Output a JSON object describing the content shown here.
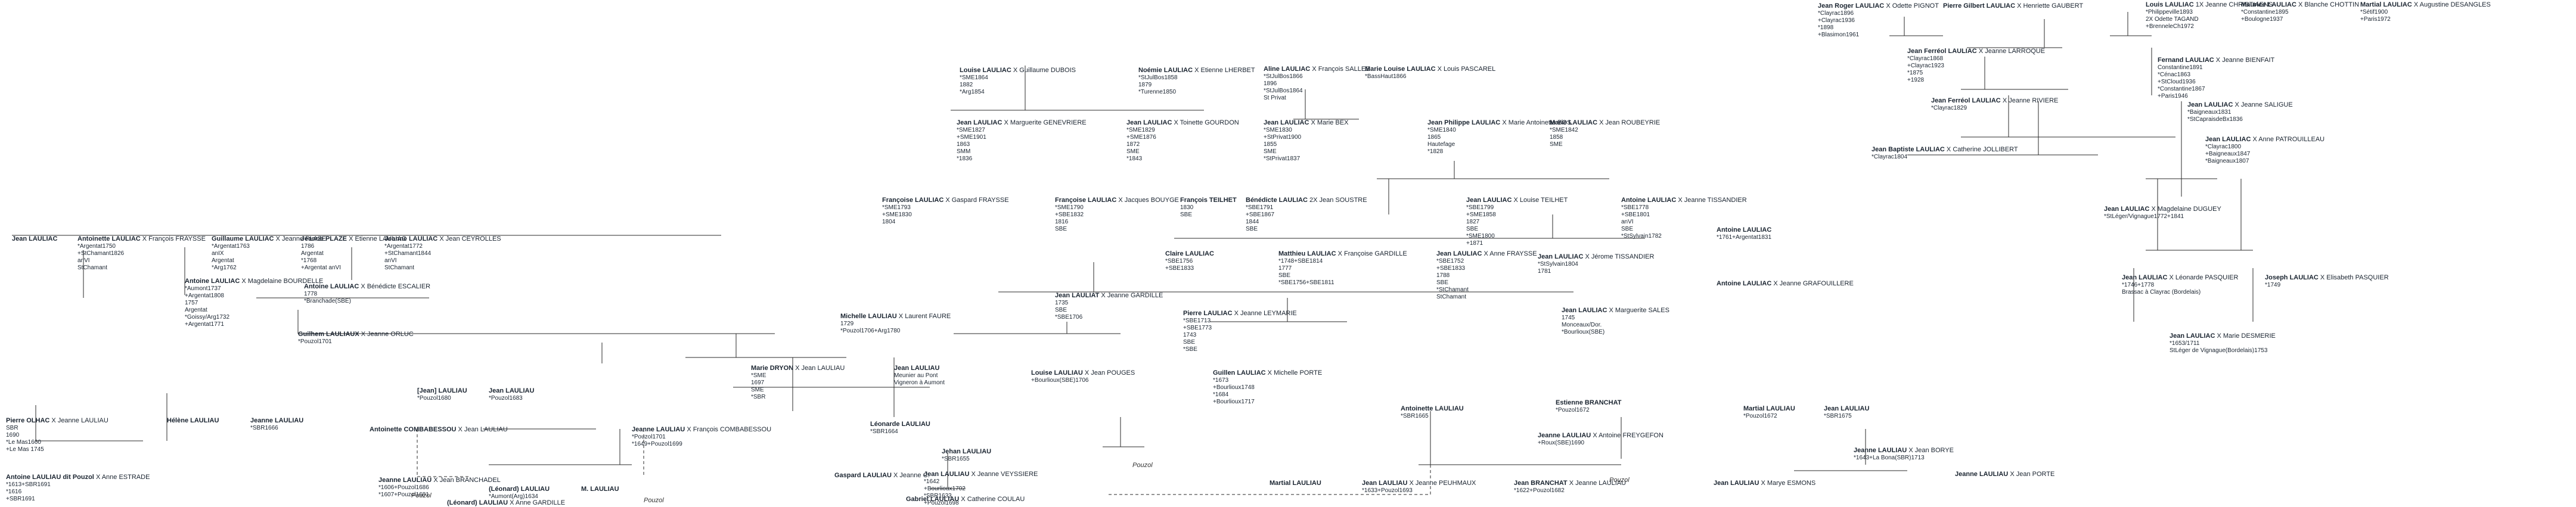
{
  "tree": {
    "nodes": [
      {
        "id": "n1",
        "name": "Jean Roger LAULIAC",
        "spouse": "X Odette PIGNOT",
        "lines": [
          "*Clayrac1896",
          "+Clayrac1936",
          "*1898",
          "+Blasimon1961"
        ]
      },
      {
        "id": "n2",
        "name": "Pierre Gilbert LAULIAC",
        "spouse": "X Henriette GAUBERT",
        "lines": []
      },
      {
        "id": "n3",
        "name": "Louis LAULIAC",
        "spouse": "1X Jeanne CHRISTIAENS",
        "lines": [
          "*Philippeville1893",
          "2X Odette TAGAND",
          "+BrenneleCh1972"
        ]
      },
      {
        "id": "n4",
        "name": "Maurice LAULIAC",
        "spouse": "X Blanche CHOTTIN",
        "lines": [
          "*Constantine1895",
          "+Boulogne1937"
        ]
      },
      {
        "id": "n5",
        "name": "Martial LAULIAC",
        "spouse": "X Augustine DESANGLES",
        "lines": [
          "*Sétif1900",
          "+Paris1972"
        ]
      },
      {
        "id": "n6",
        "name": "Jean Ferréol LAULIAC",
        "spouse": "X Jeanne LARROQUE",
        "lines": [
          "*Clayrac1868",
          "+Clayrac1923",
          "*1875",
          "+1928"
        ]
      },
      {
        "id": "n7",
        "name": "Fernand LAULIAC",
        "spouse": "X Jeanne BIENFAIT",
        "lines": [
          "Constantine1891",
          "*Cénac1863",
          "+StCloud1936",
          "*Constantine1867",
          "+Paris1946"
        ]
      },
      {
        "id": "n8",
        "name": "Jean Ferréol LAULIAC",
        "spouse": "X Jeanne RIVIERE",
        "lines": [
          "*Clayrac1829"
        ]
      },
      {
        "id": "n9",
        "name": "Jean LAULIAC",
        "spouse": "X Jeanne SALIGUE",
        "lines": [
          "*Baigneaux1831",
          "*StCapraisdeBx1836"
        ]
      },
      {
        "id": "n10",
        "name": "Jean Baptiste LAULIAC",
        "spouse": "X Catherine JOLLIBERT",
        "lines": [
          "*Clayrac1804"
        ]
      },
      {
        "id": "n11",
        "name": "Jean LAULIAC",
        "spouse": "X Anne PATROUILLEAU",
        "lines": [
          "*Clayrac1800",
          "+Baigneaux1847",
          "*Baigneaux1807"
        ]
      },
      {
        "id": "n12",
        "name": "Louise LAULIAC",
        "spouse": "X Guillaume DUBOIS",
        "lines": [
          "*SME1864",
          "1882",
          "*Arg1854"
        ]
      },
      {
        "id": "n13",
        "name": "Noémie LAULIAC",
        "spouse": "X Etienne LHERBET",
        "lines": [
          "*StJulBos1858",
          "1879",
          "*Turenne1850"
        ]
      },
      {
        "id": "n14",
        "name": "Aline LAULIAC",
        "spouse": "X François SALLES",
        "lines": [
          "*StJulBos1866",
          "1896",
          "*StJulBos1864",
          "St Privat"
        ]
      },
      {
        "id": "n15",
        "name": "Marie Louise LAULIAC",
        "spouse": "X Louis PASCAREL",
        "lines": [
          "*BassHaut1866"
        ]
      },
      {
        "id": "n16",
        "name": "Jean LAULIAC",
        "spouse": "X Marguerite GENEVRIERE",
        "lines": [
          "*SME1827",
          "+SME1901",
          "1863",
          "SMM",
          "*1836"
        ]
      },
      {
        "id": "n17",
        "name": "Jean LAULIAC",
        "spouse": "X Toinette GOURDON",
        "lines": [
          "*SME1829",
          "+SME1876",
          "1872",
          "SME",
          "*1843"
        ]
      },
      {
        "id": "n18",
        "name": "Jean LAULIAC",
        "spouse": "X Marie BEX",
        "lines": [
          "*SME1830",
          "+StPrivat1900",
          "1855",
          "SME",
          "*StPrivat1837"
        ]
      },
      {
        "id": "n19",
        "name": "Jean Philippe LAULIAC",
        "spouse": "X Marie Antoinette BOS",
        "lines": [
          "*SME1840",
          "1865",
          "Hautefage",
          "*1828"
        ]
      },
      {
        "id": "n20",
        "name": "Marie LAULIAC",
        "spouse": "X Jean ROUBEYRIE",
        "lines": [
          "*SME1842",
          "1858",
          "SME"
        ]
      },
      {
        "id": "n21",
        "name": "Françoise LAULIAC",
        "spouse": "X Gaspard FRAYSSE",
        "lines": [
          "*SME1793",
          "+SME1830",
          "1804"
        ]
      },
      {
        "id": "n22",
        "name": "Françoise LAULIAC",
        "spouse": "X Jacques BOUYGE",
        "lines": [
          "*SME1790",
          "+SBE1832",
          "1816",
          "SBE"
        ]
      },
      {
        "id": "n23",
        "name": "François TEILHET",
        "spouse": "",
        "lines": [
          "1830",
          "SBE"
        ]
      },
      {
        "id": "n24",
        "name": "Bénédicte LAULIAC",
        "spouse": "2X Jean SOUSTRE",
        "lines": [
          "*SBE1791",
          "+SBE1867",
          "1844",
          "SBE"
        ]
      },
      {
        "id": "n25",
        "name": "Jean LAULIAC",
        "spouse": "X Louise TEILHET",
        "lines": [
          "*SBE1799",
          "+SME1858",
          "1827",
          "SBE",
          "*SME1800",
          "+1871"
        ]
      },
      {
        "id": "n26",
        "name": "Antoine LAULIAC",
        "spouse": "X Jeanne TISSANDIER",
        "lines": [
          "*SBE1778",
          "+SBE1801",
          "anVI",
          "SBE",
          "*StSylvain1782"
        ]
      },
      {
        "id": "n27",
        "name": "Claire LAULIAC",
        "spouse": "",
        "lines": [
          "*SBE1756",
          "+SBE1833"
        ]
      },
      {
        "id": "n28",
        "name": "Matthieu LAULIAC",
        "spouse": "X Françoise GARDILLE",
        "lines": [
          "*1748+SBE1814",
          "1777",
          "SBE",
          "*SBE1756+SBE1811"
        ]
      },
      {
        "id": "n29",
        "name": "Jean LAULIAC",
        "spouse": "X Anne FRAYSSE",
        "lines": [
          "*SBE1752",
          "+SBE1833",
          "1788",
          "SBE",
          "*StChamant",
          "StChamant"
        ]
      },
      {
        "id": "n30",
        "name": "Jean LAULIAC",
        "spouse": "X Jérome TISSANDIER",
        "lines": [
          "*StSylvain1804",
          "1781"
        ]
      },
      {
        "id": "n31",
        "name": "Antoine LAULIAC",
        "spouse": "",
        "lines": [
          "*1761+Argentat1831"
        ]
      },
      {
        "id": "n32",
        "name": "Antoine LAULIAC",
        "spouse": "X Jeanne GRAFOUILLERE",
        "lines": []
      },
      {
        "id": "n33",
        "name": "Jean LAULIAC",
        "spouse": "",
        "lines": []
      },
      {
        "id": "n34",
        "name": "Antoinette LAULIAC",
        "spouse": "X François FRAYSSE",
        "lines": [
          "*Argentat1750",
          "+StChamant1826",
          "anVI",
          "StChamant"
        ]
      },
      {
        "id": "n35",
        "name": "Guillaume LAULIAC",
        "spouse": "X Jeanne PLAZE",
        "lines": [
          "*Argentat1763",
          "anIX",
          "Argentat",
          "*Arg1762"
        ]
      },
      {
        "id": "n36",
        "name": "Jeanne PLAZE",
        "spouse": "X Etienne LAULIAC",
        "lines": [
          "1786",
          "Argentat",
          "*1768",
          "+Argentat anVI"
        ]
      },
      {
        "id": "n37",
        "name": "Jeanne LAULIAC",
        "spouse": "X Jean CEYROLLES",
        "lines": [
          "*Argentat1772",
          "+StChamant1844",
          "anVI",
          "StChamant"
        ]
      },
      {
        "id": "n38",
        "name": "Antoine LAULIAC",
        "spouse": "X Magdelaine BOURDELLE",
        "lines": [
          "*Aumont1737",
          "+Argentat1808",
          "1757",
          "Argentat",
          "*Goissy/Arg1732",
          "+Argentat1771"
        ]
      },
      {
        "id": "n39",
        "name": "Antoine LAULIAC",
        "spouse": "X Bénédicte ESCALIER",
        "lines": [
          "1778",
          "*Branchade(SBE)"
        ]
      },
      {
        "id": "n40",
        "name": "Guilhem LAULIAUX",
        "spouse": "X Jeanne ORLUC",
        "lines": [
          "*Pouzol1701"
        ]
      },
      {
        "id": "n41",
        "name": "Michelle LAULIAU",
        "spouse": "X Laurent FAURE",
        "lines": [
          "1729",
          "*Pouzol1706+Arg1780"
        ]
      },
      {
        "id": "n42",
        "name": "Jean LAULIAT",
        "spouse": "X Jeanne GARDILLE",
        "lines": [
          "1735",
          "SBE",
          "*SBE1706"
        ]
      },
      {
        "id": "n43",
        "name": "Pierre LAULIAC",
        "spouse": "X Jeanne LEYMARIE",
        "lines": [
          "*SBE1713",
          "+SBE1773",
          "1743",
          "SBE",
          "*SBE"
        ]
      },
      {
        "id": "n44",
        "name": "Jean LAULIAC",
        "spouse": "X Marguerite SALES",
        "lines": [
          "1745",
          "Monceaux/Dor.",
          "*Bourlioux(SBE)"
        ]
      },
      {
        "id": "n45",
        "name": "Jean LAULIAC",
        "spouse": "X Léonarde PASQUIER",
        "lines": [
          "*1746+1778",
          "Brassac à Clayrac (Bordelais)"
        ]
      },
      {
        "id": "n46",
        "name": "Joseph LAULIAC",
        "spouse": "X Elisabeth PASQUIER",
        "lines": [
          "*1749"
        ]
      },
      {
        "id": "n47",
        "name": "Jean LAULIAC",
        "spouse": "X Magdelaine DUGUEY",
        "lines": [
          "*StLéger/Vignague1772+1841"
        ]
      },
      {
        "id": "n48",
        "name": "Jean LAULIAC",
        "spouse": "X Marie DESMERIE",
        "lines": [
          "*1653/1711",
          "StLéger de Vignague(Bordelais)1753"
        ]
      },
      {
        "id": "n49",
        "name": "Marie DRYON",
        "spouse": "X Jean LAULIAU",
        "lines": [
          "*SME",
          "1697",
          "SME",
          "*SBR"
        ]
      },
      {
        "id": "n50",
        "name": "Jean LAULIAU",
        "spouse": "",
        "lines": [
          "Meunier au Pont",
          "Vigneron à Aumont"
        ]
      },
      {
        "id": "n51",
        "name": "[Jean] LAULIAU",
        "spouse": "",
        "lines": [
          "*Pouzol1680"
        ]
      },
      {
        "id": "n52",
        "name": "Jean LAULIAU",
        "spouse": "",
        "lines": [
          "*Pouzol1683"
        ]
      },
      {
        "id": "n53",
        "name": "Louise LAULIAU",
        "spouse": "X Jean POUGES",
        "lines": [
          "+Bourlioux(SBE)1706"
        ]
      },
      {
        "id": "n54",
        "name": "Guillen LAULIAC",
        "spouse": "X Michelle PORTE",
        "lines": [
          "*1673",
          "+Bourlioux1748",
          "*1684",
          "+Bourlioux1717"
        ]
      },
      {
        "id": "n55",
        "name": "Pierre OLHAC",
        "spouse": "X Jeanne LAULIAU",
        "lines": [
          "SBR",
          "1690",
          "*Le Mas1660",
          "+Le Mas 1745"
        ]
      },
      {
        "id": "n56",
        "name": "Hélène LAULIAU",
        "spouse": "",
        "lines": []
      },
      {
        "id": "n57",
        "name": "Jeanne LAULIAU",
        "spouse": "",
        "lines": [
          "*SBR1666"
        ]
      },
      {
        "id": "n58",
        "name": "Antoinette COMBABESSOU",
        "spouse": "X Jean LAULIAU",
        "lines": []
      },
      {
        "id": "n59",
        "name": "Jeanne LAULIAU",
        "spouse": "X François COMBABESSOU",
        "lines": [
          "*Pouzol1701",
          "*1649+Pouzol1699"
        ]
      },
      {
        "id": "n60",
        "name": "Léonarde LAULIAU",
        "spouse": "",
        "lines": [
          "*SBR1664"
        ]
      },
      {
        "id": "n61",
        "name": "Jehan LAULIAU",
        "spouse": "",
        "lines": [
          "*SBR1655"
        ]
      },
      {
        "id": "n62",
        "name": "Gaspard LAULIAU",
        "spouse": "X Jeanne C.",
        "lines": []
      },
      {
        "id": "n63",
        "name": "Jean LAULIAU",
        "spouse": "X Jeanne VEYSSIERE",
        "lines": [
          "*1642",
          "+Bourlioux1702",
          "*SBR1633",
          "+Pouzol1698"
        ]
      },
      {
        "id": "n64",
        "name": "Gabriel LAULIAU",
        "spouse": "X Catherine COULAU",
        "lines": []
      },
      {
        "id": "n65",
        "name": "Antoinette LAULIAU",
        "spouse": "",
        "lines": [
          "*SBR1665"
        ]
      },
      {
        "id": "n66",
        "name": "Estienne BRANCHAT",
        "spouse": "",
        "lines": [
          "*Pouzol1672"
        ]
      },
      {
        "id": "n67",
        "name": "Martial LAULIAU",
        "spouse": "",
        "lines": [
          "*Pouzol1672"
        ]
      },
      {
        "id": "n68",
        "name": "Jean LAULIAU",
        "spouse": "",
        "lines": [
          "*SBR1675"
        ]
      },
      {
        "id": "n69",
        "name": "Jeanne LAULIAU",
        "spouse": "X Antoine FREYGEFON",
        "lines": [
          "+Roux(SBE)1690"
        ]
      },
      {
        "id": "n70",
        "name": "Jeanne LAULIAU",
        "spouse": "X Jean BORYE",
        "lines": [
          "*1643+La Bona(SBR)1713"
        ]
      },
      {
        "id": "n71",
        "name": "Jeanne LAULIAU",
        "spouse": "X Jean PORTE",
        "lines": []
      },
      {
        "id": "n72",
        "name": "Martial LAULIAU",
        "spouse": "",
        "lines": []
      },
      {
        "id": "n73",
        "name": "Jean LAULIAU",
        "spouse": "X Jeanne PEUHMAUX",
        "lines": [
          "*1633+Pouzol1693"
        ]
      },
      {
        "id": "n74",
        "name": "Jean BRANCHAT",
        "spouse": "X Jeanne LAULIAU",
        "lines": [
          "*1622+Pouzol1682"
        ]
      },
      {
        "id": "n75",
        "name": "Jean LAULIAU",
        "spouse": "X Marye ESMONS",
        "lines": []
      },
      {
        "id": "n76",
        "name": "Antoine LAULIAU dit Pouzol",
        "spouse": "X Anne ESTRADE",
        "lines": [
          "*1613+SBR1691",
          "*1616",
          "+SBR1691"
        ]
      },
      {
        "id": "n77",
        "name": "Jeanne LAULIAU",
        "spouse": "X Jean BRANCHADEL",
        "lines": [
          "*1606+Pouzol1686",
          "*1607+Pouzol1681"
        ]
      },
      {
        "id": "n78",
        "name": "M. LAULIAU",
        "spouse": "",
        "lines": []
      },
      {
        "id": "n79",
        "name": "(Léonard) LAULIAU",
        "spouse": "",
        "lines": [
          "*Aumont(Arg)1634"
        ]
      },
      {
        "id": "n80",
        "name": "(Léonard) LAULIAU",
        "spouse": "X Anne GARDILLE",
        "lines": []
      }
    ],
    "places": [
      "Pouzol",
      "Pouzol",
      "Pouzol",
      "Pouzol"
    ]
  }
}
